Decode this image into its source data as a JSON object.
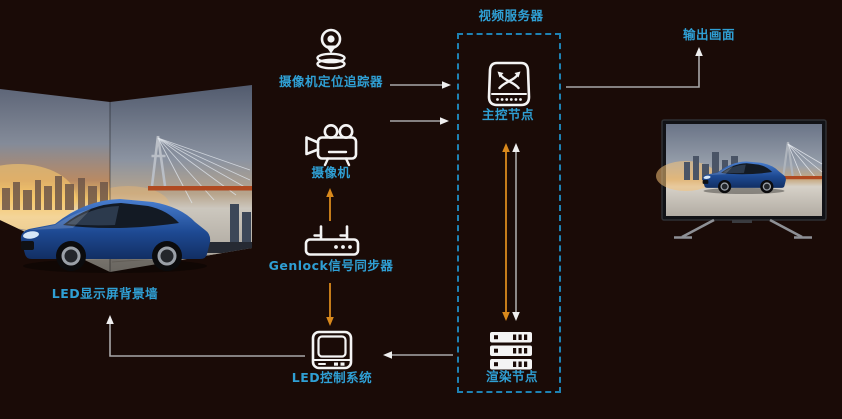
{
  "colors": {
    "background": "#1a0b07",
    "label_text": "#2f9fd4",
    "dashed_border": "#1e82b4",
    "orange_arrow": "#d9891c",
    "gray_arrow": "#a8a8a8",
    "icon_white": "#f4f4f4",
    "car_blue": "#2a5fae",
    "sunset_orange": "#eec168"
  },
  "led_wall": {
    "label": "LED显示屏背景墙",
    "icon": "led-wall-photo"
  },
  "devices": {
    "tracker": {
      "label": "摄像机定位追踪器",
      "icon": "camera-tracker-icon"
    },
    "camera": {
      "label": "摄像机",
      "icon": "video-camera-icon"
    },
    "genlock": {
      "label": "Genlock信号同步器",
      "icon": "genlock-sync-icon"
    },
    "led_controller": {
      "label": "LED控制系统",
      "icon": "led-controller-icon"
    }
  },
  "video_server": {
    "box_label": "视频服务器",
    "master_node": {
      "label": "主控节点",
      "icon": "video-switch-icon"
    },
    "render_node": {
      "label": "渲染节点",
      "icon": "server-rack-icon"
    }
  },
  "output": {
    "label": "输出画面",
    "icon": "tv-monitor-photo"
  }
}
